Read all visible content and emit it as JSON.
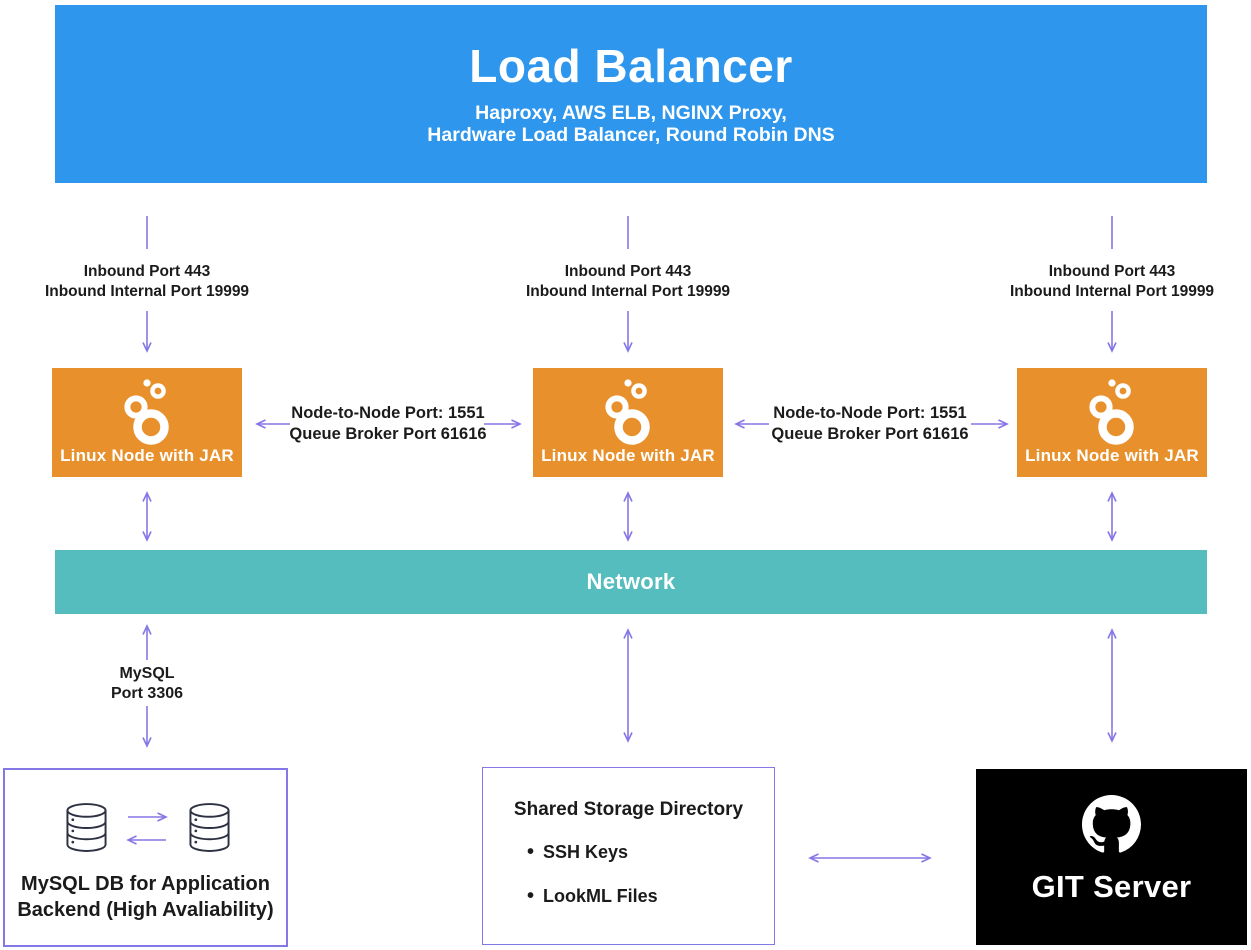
{
  "load_balancer": {
    "title": "Load Balancer",
    "subtitle_line1": "Haproxy, AWS ELB, NGINX Proxy,",
    "subtitle_line2": "Hardware Load Balancer, Round Robin DNS"
  },
  "inbound_link": {
    "line1": "Inbound Port 443",
    "line2": "Inbound Internal Port 19999"
  },
  "node": {
    "label": "Linux Node with JAR",
    "icon": "looker-circles-icon"
  },
  "node_to_node_link": {
    "line1": "Node-to-Node Port: 1551",
    "line2": "Queue Broker Port 61616"
  },
  "network": {
    "label": "Network"
  },
  "mysql_link": {
    "line1": "MySQL",
    "line2": "Port 3306"
  },
  "mysql_db_box": {
    "line1": "MySQL DB for Application",
    "line2": "Backend (High Avaliability)",
    "icon": "database-cylinder-icon"
  },
  "shared_storage_box": {
    "title": "Shared Storage Directory",
    "items": [
      "SSH Keys",
      "LookML Files"
    ]
  },
  "git_server_box": {
    "label": "GIT Server",
    "icon": "github-octocat-icon"
  },
  "colors": {
    "load_balancer_blue": "#2E96EC",
    "node_orange": "#E8912C",
    "network_teal": "#55BDBE",
    "arrow_purple": "#8577E6",
    "box_border_purple": "#8577E6",
    "git_black": "#000000",
    "text_dark": "#1B1B1B"
  }
}
